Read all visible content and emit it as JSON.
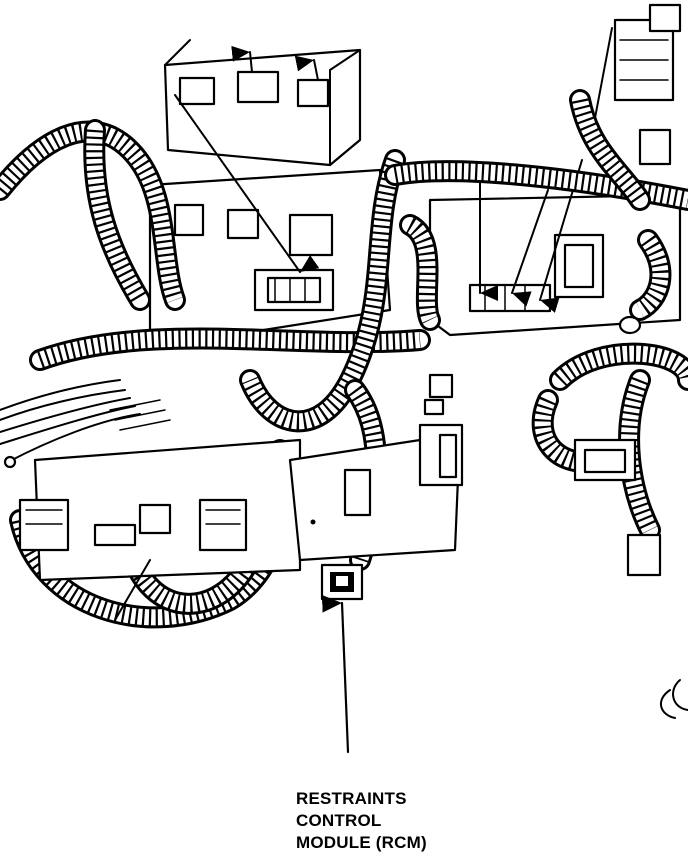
{
  "callout": {
    "lines": [
      "RESTRAINTS",
      "CONTROL",
      "MODULE (RCM)"
    ]
  }
}
